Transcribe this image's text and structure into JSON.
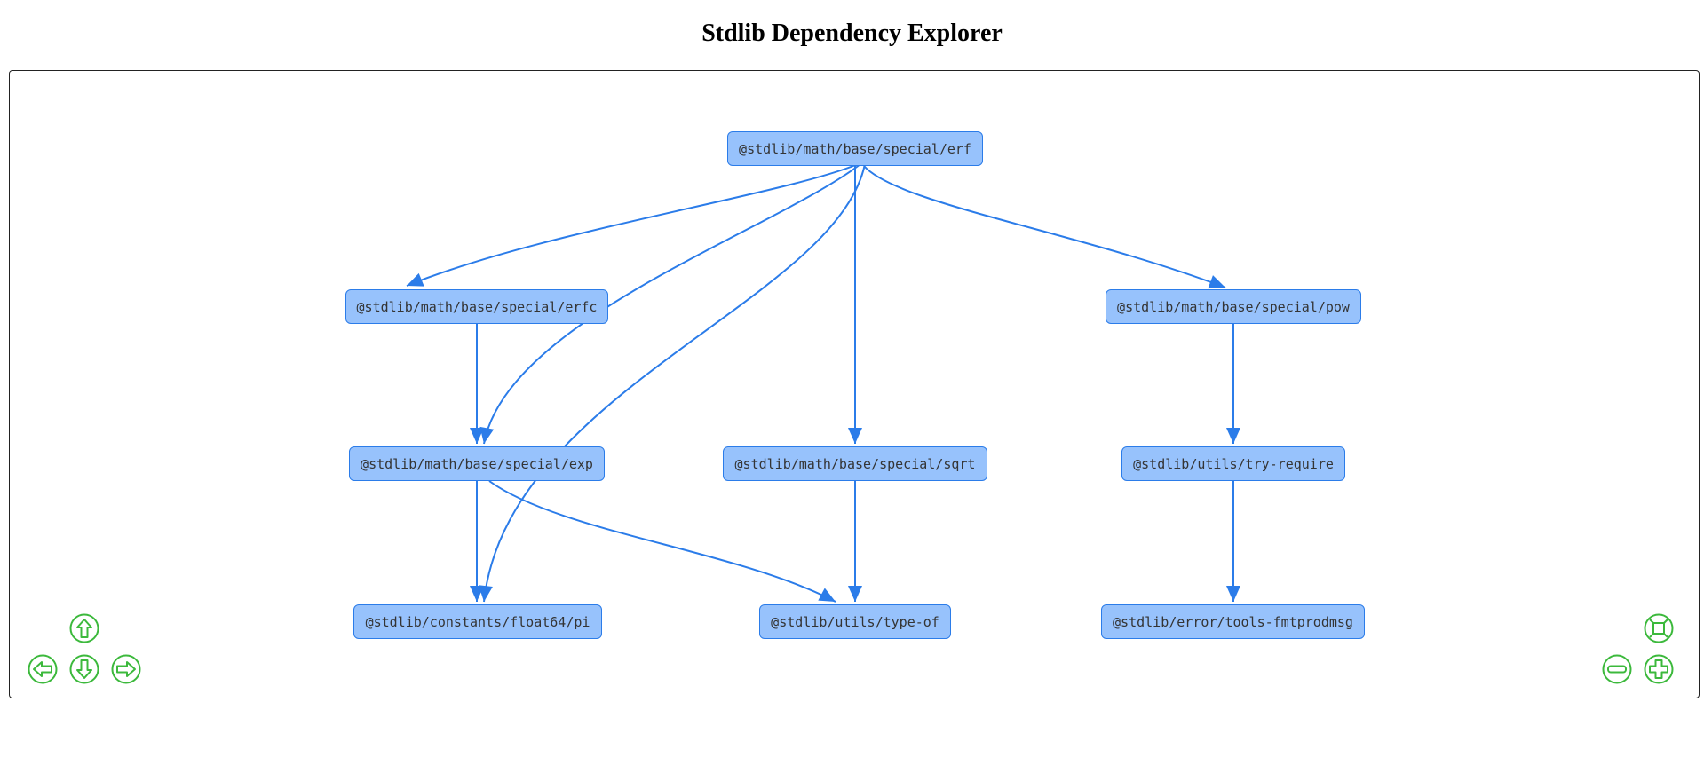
{
  "title": "Stdlib Dependency Explorer",
  "colors": {
    "node_fill": "#97c2fc",
    "node_border": "#2b7ce9",
    "edge": "#2b7ce9",
    "nav_button": "#3cb93c",
    "node_text": "#343434"
  },
  "graph": {
    "nodes": [
      {
        "id": "erf",
        "label": "@stdlib/math/base/special/erf"
      },
      {
        "id": "erfc",
        "label": "@stdlib/math/base/special/erfc"
      },
      {
        "id": "pow",
        "label": "@stdlib/math/base/special/pow"
      },
      {
        "id": "exp",
        "label": "@stdlib/math/base/special/exp"
      },
      {
        "id": "sqrt",
        "label": "@stdlib/math/base/special/sqrt"
      },
      {
        "id": "try_require",
        "label": "@stdlib/utils/try-require"
      },
      {
        "id": "pi",
        "label": "@stdlib/constants/float64/pi"
      },
      {
        "id": "type_of",
        "label": "@stdlib/utils/type-of"
      },
      {
        "id": "fmtprodmsg",
        "label": "@stdlib/error/tools-fmtprodmsg"
      }
    ],
    "edges": [
      {
        "from": "erf",
        "to": "erfc"
      },
      {
        "from": "erf",
        "to": "exp"
      },
      {
        "from": "erf",
        "to": "pi"
      },
      {
        "from": "erf",
        "to": "sqrt"
      },
      {
        "from": "erf",
        "to": "pow"
      },
      {
        "from": "erfc",
        "to": "exp"
      },
      {
        "from": "exp",
        "to": "pi"
      },
      {
        "from": "exp",
        "to": "type_of"
      },
      {
        "from": "sqrt",
        "to": "type_of"
      },
      {
        "from": "pow",
        "to": "try_require"
      },
      {
        "from": "try_require",
        "to": "fmtprodmsg"
      }
    ]
  },
  "navigation": {
    "buttons": [
      {
        "id": "up",
        "icon": "arrow-up-icon"
      },
      {
        "id": "left",
        "icon": "arrow-left-icon"
      },
      {
        "id": "down",
        "icon": "arrow-down-icon"
      },
      {
        "id": "right",
        "icon": "arrow-right-icon"
      },
      {
        "id": "fit",
        "icon": "zoom-extends-icon"
      },
      {
        "id": "zoom_out",
        "icon": "minus-icon"
      },
      {
        "id": "zoom_in",
        "icon": "plus-icon"
      }
    ]
  }
}
